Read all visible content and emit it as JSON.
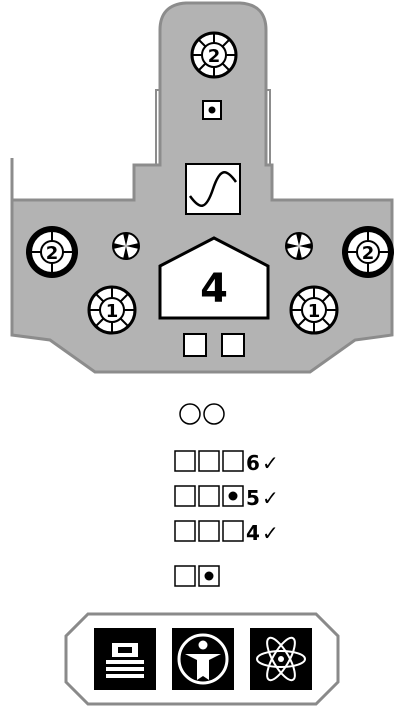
{
  "ship": {
    "hull_value": "4",
    "top_weapon_value": "2",
    "left_weapon_large_value": "2",
    "right_weapon_large_value": "2",
    "left_weapon_small_value": "1",
    "right_weapon_small_value": "1"
  },
  "tracks": [
    {
      "label": "6",
      "mark": "✓",
      "boxes": 3,
      "filled_index": null
    },
    {
      "label": "5",
      "mark": "✓",
      "boxes": 3,
      "filled_index": 2
    },
    {
      "label": "4",
      "mark": "✓",
      "boxes": 3,
      "filled_index": null
    }
  ],
  "extra_boxes": {
    "count": 2,
    "filled_index": 1
  },
  "circles": 2,
  "panel_icons": [
    "crew-insignia-icon",
    "vitruvian-figure-icon",
    "atom-icon"
  ],
  "colors": {
    "hull_fill": "#b3b3b3",
    "hull_stroke": "#8c8c8c",
    "ink": "#000000",
    "panel_stroke": "#8a8a8a"
  }
}
